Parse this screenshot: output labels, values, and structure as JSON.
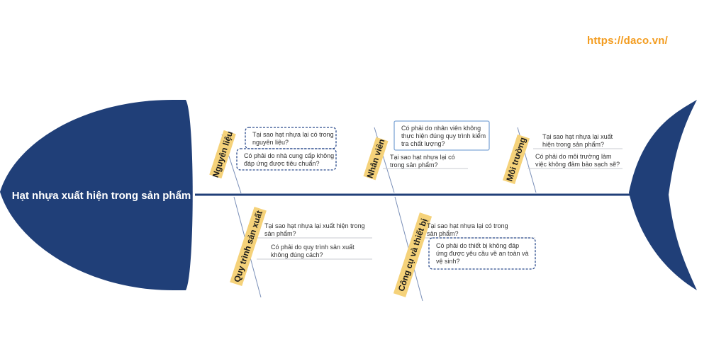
{
  "watermark": "https://daco.vn/",
  "head_title": "Hạt nhựa xuất hiện trong sản phẩm",
  "categories": {
    "nguyen_lieu": {
      "label": "Nguyên liệu",
      "questions": [
        [
          "Tại sao hạt nhựa lại có trong",
          "nguyên liệu?"
        ],
        [
          "Có phải do nhà cung cấp không",
          "đáp ứng được tiêu chuẩn?"
        ]
      ]
    },
    "nhan_vien": {
      "label": "Nhân viên",
      "questions": [
        [
          "Có phải do nhân viên không",
          "thực hiện đúng quy trình kiểm",
          "tra chất lượng?"
        ],
        [
          "Tại sao hạt nhựa lại có",
          "trong sản phẩm?"
        ]
      ]
    },
    "moi_truong": {
      "label": "Môi trường",
      "questions": [
        [
          "Tại sao hạt nhựa lại xuất",
          "hiện trong sản phẩm?"
        ],
        [
          "Có phải do môi trường làm",
          "việc không đảm bảo sạch sẽ?"
        ]
      ]
    },
    "quy_trinh": {
      "label": "Quy trình sản xuất",
      "questions": [
        [
          "Tại sao hạt nhựa lại xuất hiện trong",
          "sản phẩm?"
        ],
        [
          "Có phải do quy trình sản xuất",
          "không đúng cách?"
        ]
      ]
    },
    "cong_cu": {
      "label": "Công cụ và thiết bị",
      "questions": [
        [
          "Tại sao hạt nhựa lại có trong",
          "sản phẩm?"
        ],
        [
          "Có phải do thiết bị không đáp",
          "ứng được yêu cầu về an toàn và",
          "vệ sinh?"
        ]
      ]
    }
  },
  "colors": {
    "fish_body": "#203f78",
    "label_tag": "#f5d27a",
    "watermark": "#f39c1f",
    "dashed_border": "#2a4a8c",
    "highlight_border": "#7fa6d6"
  }
}
